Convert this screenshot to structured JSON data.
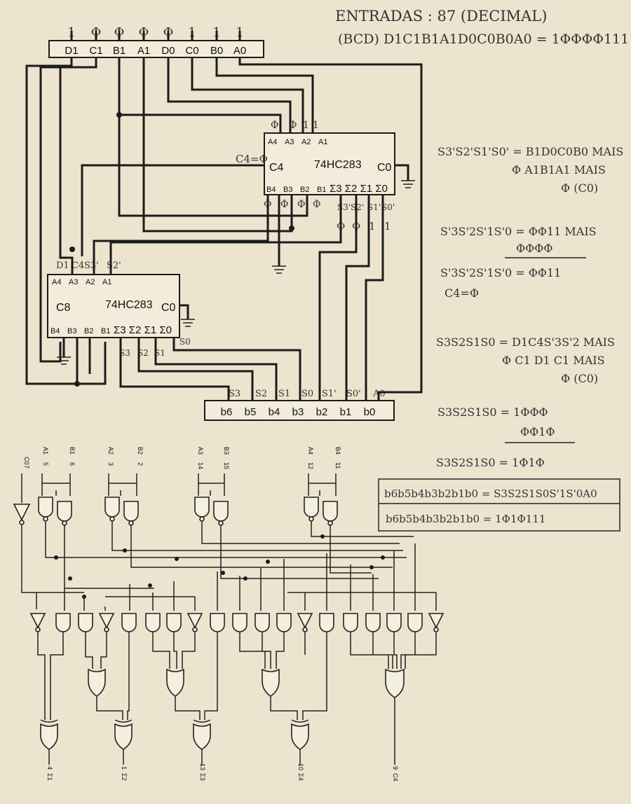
{
  "header": {
    "line1": "ENTRADAS : 87 (DECIMAL)",
    "line2": "(BCD)  D1C1B1A1D0C0B0A0 = 1ΦΦΦΦ111"
  },
  "input_bus": {
    "values": [
      "1",
      "Φ",
      "Φ",
      "Φ",
      "Φ",
      "1",
      "1",
      "1"
    ],
    "labels": [
      "D1",
      "C1",
      "B1",
      "A1",
      "D0",
      "C0",
      "B0",
      "A0"
    ]
  },
  "adder_top": {
    "name": "74HC283",
    "a_pins": [
      "A4",
      "A3",
      "A2",
      "A1"
    ],
    "b_pins": [
      "B4",
      "B3",
      "B2",
      "B1"
    ],
    "sum_pins": "Σ3 Σ2 Σ1 Σ0",
    "cin_label": "C4",
    "cout_label": "C0",
    "cin_note": "C4=Φ",
    "in_a_vals": [
      "Φ",
      "Φ",
      "1",
      "1"
    ],
    "in_b_vals": [
      "Φ",
      "Φ",
      "Φ",
      "Φ"
    ],
    "sum_labels": [
      "S3'",
      "S2'",
      "S1'",
      "S0'"
    ],
    "sum_vals": [
      "Φ",
      "Φ",
      "1",
      "1"
    ]
  },
  "adder_bottom": {
    "name": "74HC283",
    "a_pins": [
      "A4",
      "A3",
      "A2",
      "A1"
    ],
    "b_pins": [
      "B4",
      "B3",
      "B2",
      "B1"
    ],
    "sum_pins": "Σ3 Σ2 Σ1 Σ0",
    "cin_label": "C8",
    "cout_label": "C0",
    "in_a_vals": [
      "D1",
      "C4",
      "S3'",
      "S2'"
    ],
    "sum_labels": [
      "S3",
      "S2",
      "S1",
      "S0"
    ]
  },
  "output_bus": {
    "in_labels": [
      "S3",
      "S2",
      "S1",
      "S0",
      "S1'",
      "S0'",
      "A0"
    ],
    "labels": [
      "b6",
      "b5",
      "b4",
      "b3",
      "b2",
      "b1",
      "b0"
    ]
  },
  "notes": {
    "n1": [
      "S3'S2'S1'S0' = B1D0C0B0  MAIS",
      "Φ A1B1A1  MAIS",
      "Φ  (C0)"
    ],
    "n2": [
      "S'3S'2S'1S'0 = ΦΦ11  MAIS",
      "ΦΦΦΦ"
    ],
    "n3": [
      "S'3S'2S'1S'0 = ΦΦ11",
      "C4=Φ"
    ],
    "n4": [
      "S3S2S1S0 = D1C4S'3S'2  MAIS",
      "Φ C1 D1 C1  MAIS",
      "Φ  (C0)"
    ],
    "n5": [
      "S3S2S1S0 = 1ΦΦΦ",
      "ΦΦ1Φ"
    ],
    "n6": "S3S2S1S0 = 1Φ1Φ"
  },
  "result_box": {
    "line1": "b6b5b4b3b2b1b0 = S3S2S1S0S'1S'0A0",
    "line2": "b6b5b4b3b2b1b0 = 1Φ1Φ111"
  },
  "logic_section": {
    "inputs": [
      {
        "name": "C0",
        "pin": "7"
      },
      {
        "name": "A1",
        "pin": "5"
      },
      {
        "name": "B1",
        "pin": "6"
      },
      {
        "name": "A2",
        "pin": "3"
      },
      {
        "name": "B2",
        "pin": "2"
      },
      {
        "name": "A3",
        "pin": "14"
      },
      {
        "name": "B3",
        "pin": "15"
      },
      {
        "name": "A4",
        "pin": "12"
      },
      {
        "name": "B4",
        "pin": "11"
      }
    ],
    "outputs": [
      {
        "name": "Σ1",
        "pin": "4"
      },
      {
        "name": "Σ2",
        "pin": "1"
      },
      {
        "name": "Σ3",
        "pin": "13"
      },
      {
        "name": "Σ4",
        "pin": "10"
      },
      {
        "name": "C4",
        "pin": "9"
      }
    ]
  }
}
